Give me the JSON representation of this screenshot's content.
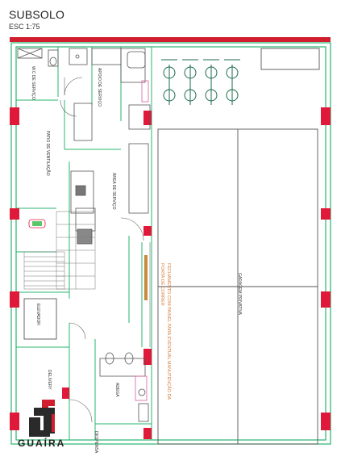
{
  "header": {
    "title": "SUBSOLO",
    "scale": "ESC 1:75"
  },
  "rooms": {
    "wc": "W.C DE SERVIÇO",
    "apoio": "APOIO DE SERVIÇO",
    "patio": "PATIO DE VENTILAÇÃO",
    "area_servico": "ÁREA DE SERVIÇO",
    "elevador": "ELEVADOR",
    "delivery": "DELIVERY",
    "adega": "ADEGA",
    "despensa": "DESPENSA",
    "garagem": "GARAGEM PRIVATIVA"
  },
  "notes": {
    "fechamento_1": "FECHAMENTO COM PAINEL PARA EVENTUAL MANUTENÇÃO DA",
    "fechamento_2": "PORTA DE CORRER"
  },
  "brand": {
    "name": "GUAÍRA"
  },
  "colors": {
    "wall": "#27b56e",
    "column": "#e0193a",
    "border_top": "#d01e2e",
    "line": "#555555",
    "note": "#d87b3a",
    "bike": "#1b6b4c"
  }
}
